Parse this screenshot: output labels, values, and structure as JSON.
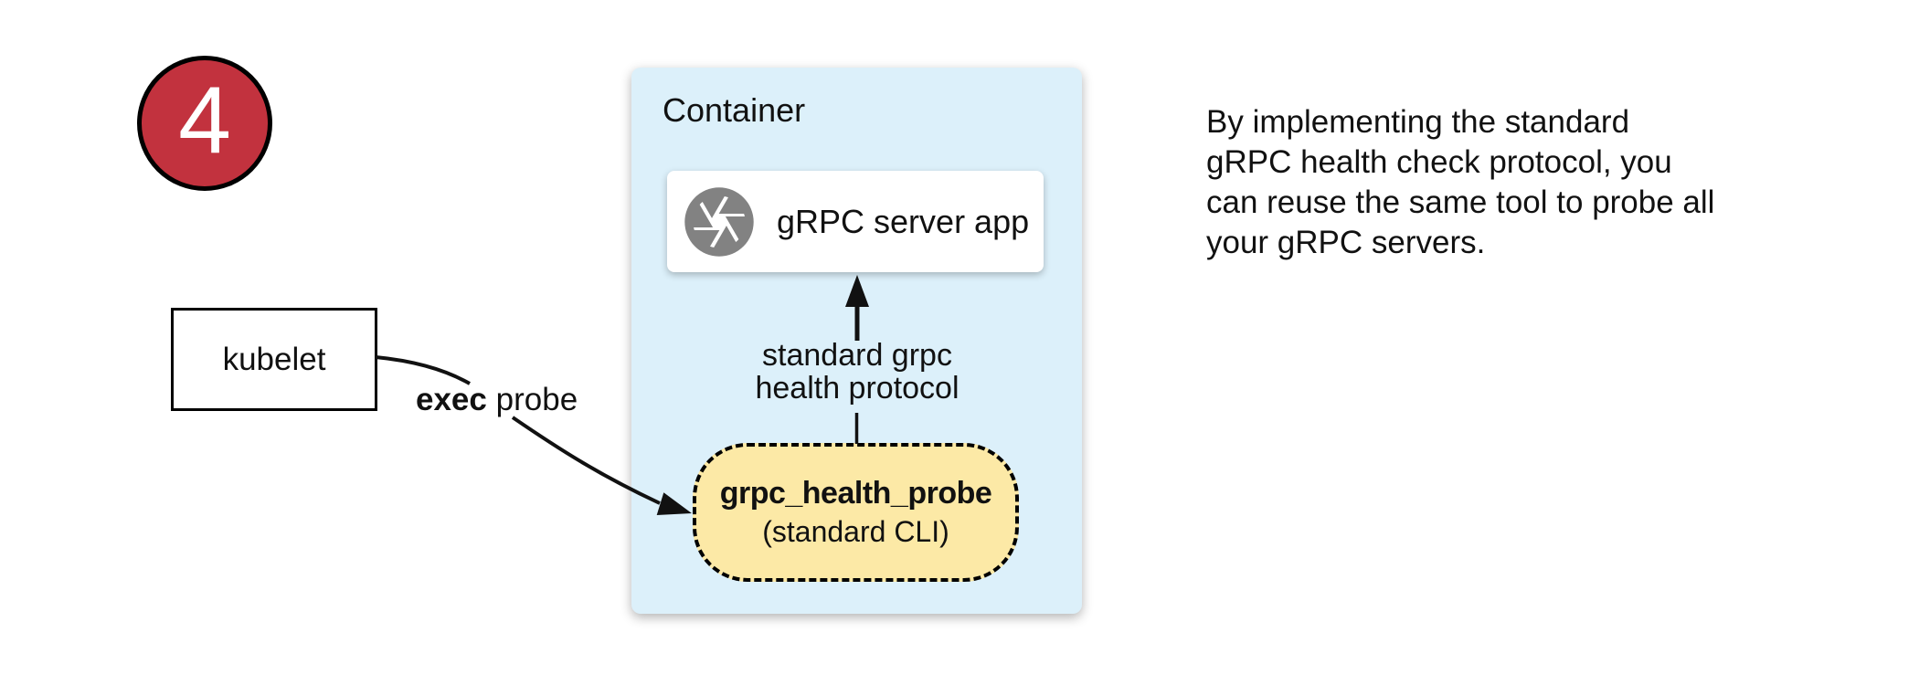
{
  "badge": {
    "number": "4"
  },
  "kubelet": {
    "label": "kubelet"
  },
  "exec_edge": {
    "bold": "exec",
    "rest": "probe"
  },
  "container": {
    "label": "Container"
  },
  "grpc_server": {
    "label": "gRPC server app",
    "icon": "aperture-shutter"
  },
  "protocol_edge": {
    "label": "standard grpc\nhealth protocol"
  },
  "health_probe": {
    "title": "grpc_health_probe",
    "subtitle": "(standard CLI)"
  },
  "note": {
    "text": "By implementing the standard\ngRPC health check protocol, you\ncan reuse the same tool to probe all\nyour gRPC servers."
  },
  "colors": {
    "badge_fill": "#c2323e",
    "container_fill": "#dcf0fa",
    "probe_fill": "#fce9a6",
    "icon_gray": "#828282",
    "edge_color": "#111111",
    "text_color": "#111111"
  }
}
